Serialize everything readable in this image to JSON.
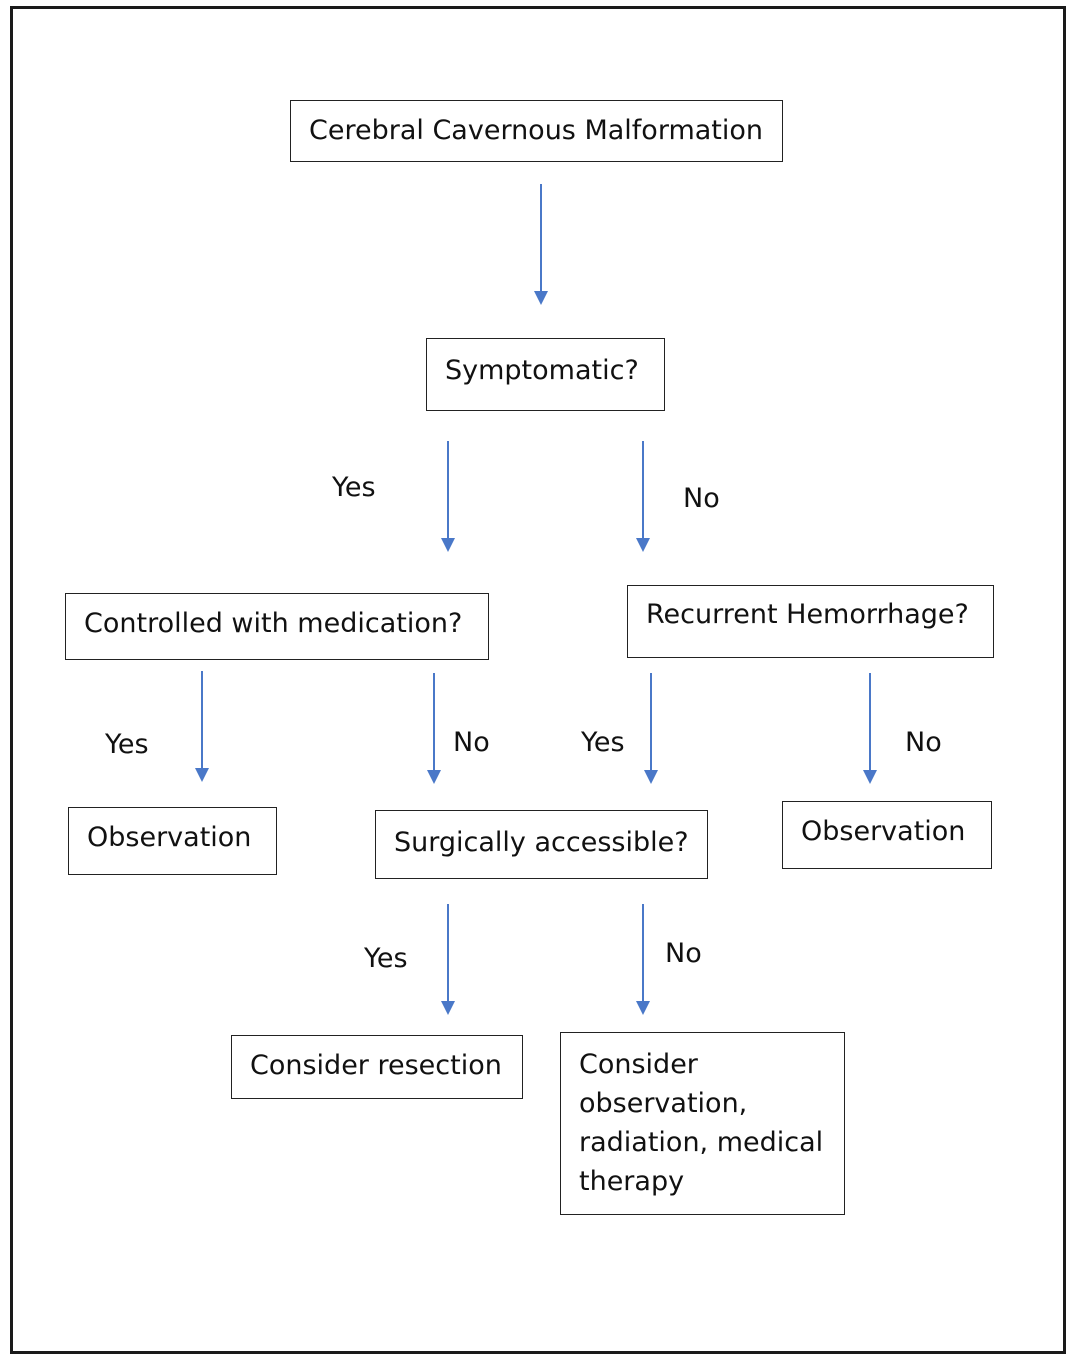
{
  "nodes": {
    "root": "Cerebral Cavernous Malformation",
    "symptomatic": "Symptomatic?",
    "controlled": "Controlled with medication?",
    "recurrent": "Recurrent Hemorrhage?",
    "observation_left": "Observation",
    "surgically": "Surgically accessible?",
    "observation_right": "Observation",
    "resection": "Consider resection",
    "alternatives": "Consider observation, radiation, medical therapy"
  },
  "edge_labels": {
    "symptomatic_yes": "Yes",
    "symptomatic_no": "No",
    "controlled_yes": "Yes",
    "controlled_no": "No",
    "recurrent_yes": "Yes",
    "recurrent_no": "No",
    "surgical_yes": "Yes",
    "surgical_no": "No"
  },
  "colors": {
    "arrow": "#4a78c8",
    "border": "#222222"
  }
}
